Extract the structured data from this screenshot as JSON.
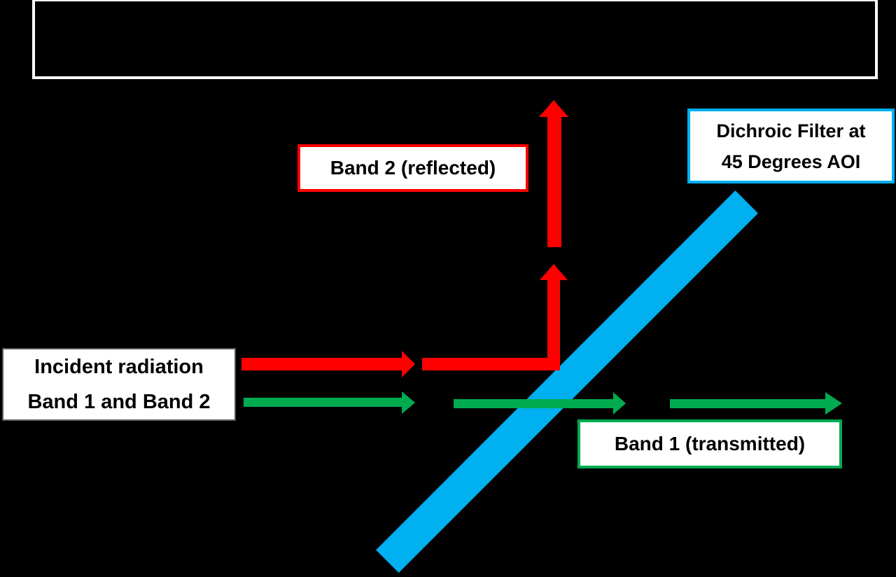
{
  "diagram": {
    "title_box": {
      "text": ""
    },
    "labels": {
      "band2": "Band 2 (reflected)",
      "dichroic_line1": "Dichroic Filter at",
      "dichroic_line2": "45 Degrees AOI",
      "incident_line1": "Incident radiation",
      "incident_line2": "Band 1 and Band 2",
      "band1": "Band 1 (transmitted)"
    },
    "arrows": [
      {
        "id": "incident-red-arrow",
        "band": "Band 2",
        "color_key": "red",
        "direction": "right"
      },
      {
        "id": "red-elbow-arrow",
        "band": "Band 2",
        "color_key": "red",
        "direction": "right-then-up"
      },
      {
        "id": "reflected-red-arrow",
        "band": "Band 2",
        "color_key": "red",
        "direction": "up"
      },
      {
        "id": "incident-green-arrow",
        "band": "Band 1",
        "color_key": "green",
        "direction": "right"
      },
      {
        "id": "through-filter-green-arrow",
        "band": "Band 1",
        "color_key": "green",
        "direction": "right"
      },
      {
        "id": "transmitted-green-arrow",
        "band": "Band 1",
        "color_key": "green",
        "direction": "right"
      }
    ],
    "filter": {
      "shape": "diagonal-bar",
      "angle_of_incidence_deg": 45
    },
    "colors": {
      "background": "#000000",
      "red": "#FF0000",
      "green": "#00AB50",
      "blue": "#00B0F0",
      "box_bg": "#FFFFFF",
      "text": "#000000",
      "title_border": "#FFFFFF",
      "incident_border": "#595959"
    }
  }
}
